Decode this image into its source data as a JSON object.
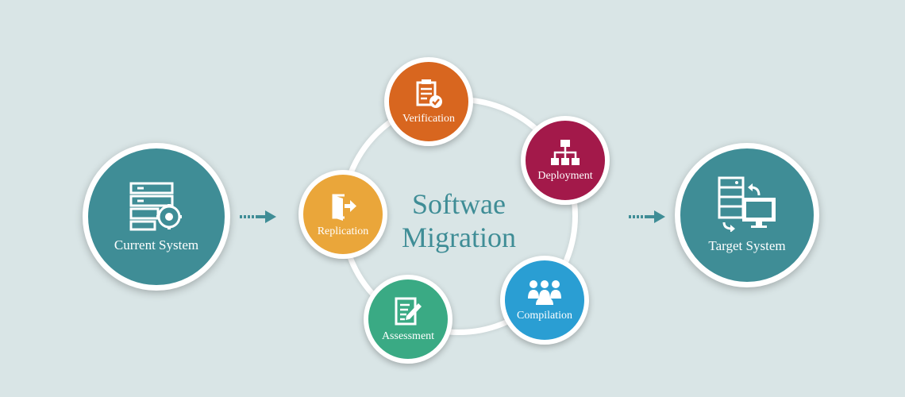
{
  "title": {
    "line1": "Softwae",
    "line2": "Migration"
  },
  "source": {
    "label": "Current System",
    "icon": "server-settings-icon"
  },
  "target": {
    "label": "Target System",
    "icon": "server-monitor-sync-icon"
  },
  "cycle_steps": [
    {
      "label": "Verification",
      "icon": "clipboard-check-icon",
      "color": "#d8661f"
    },
    {
      "label": "Deployment",
      "icon": "hierarchy-icon",
      "color": "#a3194a"
    },
    {
      "label": "Compilation",
      "icon": "team-icon",
      "color": "#2a9ed3"
    },
    {
      "label": "Assessment",
      "icon": "document-edit-icon",
      "color": "#3aaa84"
    },
    {
      "label": "Replication",
      "icon": "exit-door-icon",
      "color": "#eaa63a"
    }
  ],
  "colors": {
    "background": "#d9e5e6",
    "teal": "#3f8d96",
    "white": "#ffffff"
  }
}
